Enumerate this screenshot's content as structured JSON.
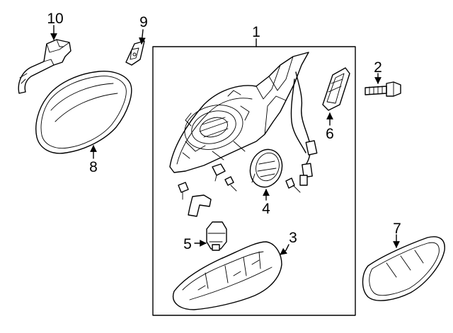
{
  "diagram": {
    "callouts": [
      {
        "id": "c1",
        "label": "1"
      },
      {
        "id": "c2",
        "label": "2"
      },
      {
        "id": "c3",
        "label": "3"
      },
      {
        "id": "c4",
        "label": "4"
      },
      {
        "id": "c5",
        "label": "5"
      },
      {
        "id": "c6",
        "label": "6"
      },
      {
        "id": "c7",
        "label": "7"
      },
      {
        "id": "c8",
        "label": "8"
      },
      {
        "id": "c9",
        "label": "9"
      },
      {
        "id": "c10",
        "label": "10"
      }
    ],
    "line_color": "#000000",
    "background": "#ffffff"
  }
}
